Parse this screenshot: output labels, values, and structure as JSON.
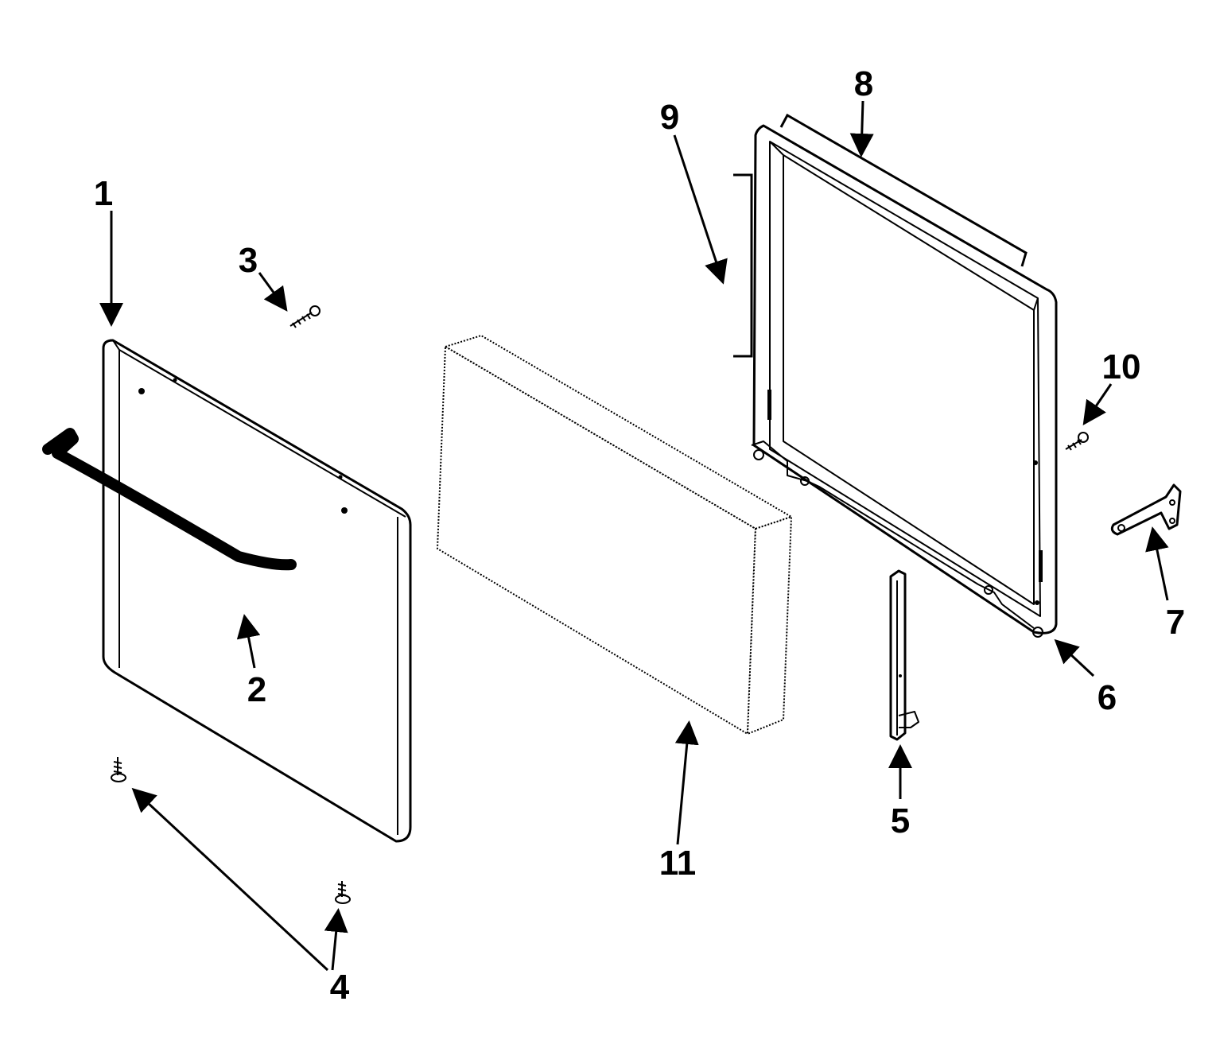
{
  "diagram": {
    "background_color": "#ffffff",
    "ink_color": "#000000",
    "callouts": [
      {
        "id": "callout-1",
        "label": "1"
      },
      {
        "id": "callout-2",
        "label": "2"
      },
      {
        "id": "callout-3",
        "label": "3"
      },
      {
        "id": "callout-4",
        "label": "4"
      },
      {
        "id": "callout-5",
        "label": "5"
      },
      {
        "id": "callout-6",
        "label": "6"
      },
      {
        "id": "callout-7",
        "label": "7"
      },
      {
        "id": "callout-8",
        "label": "8"
      },
      {
        "id": "callout-9",
        "label": "9"
      },
      {
        "id": "callout-10",
        "label": "10"
      },
      {
        "id": "callout-11",
        "label": "11"
      }
    ]
  }
}
